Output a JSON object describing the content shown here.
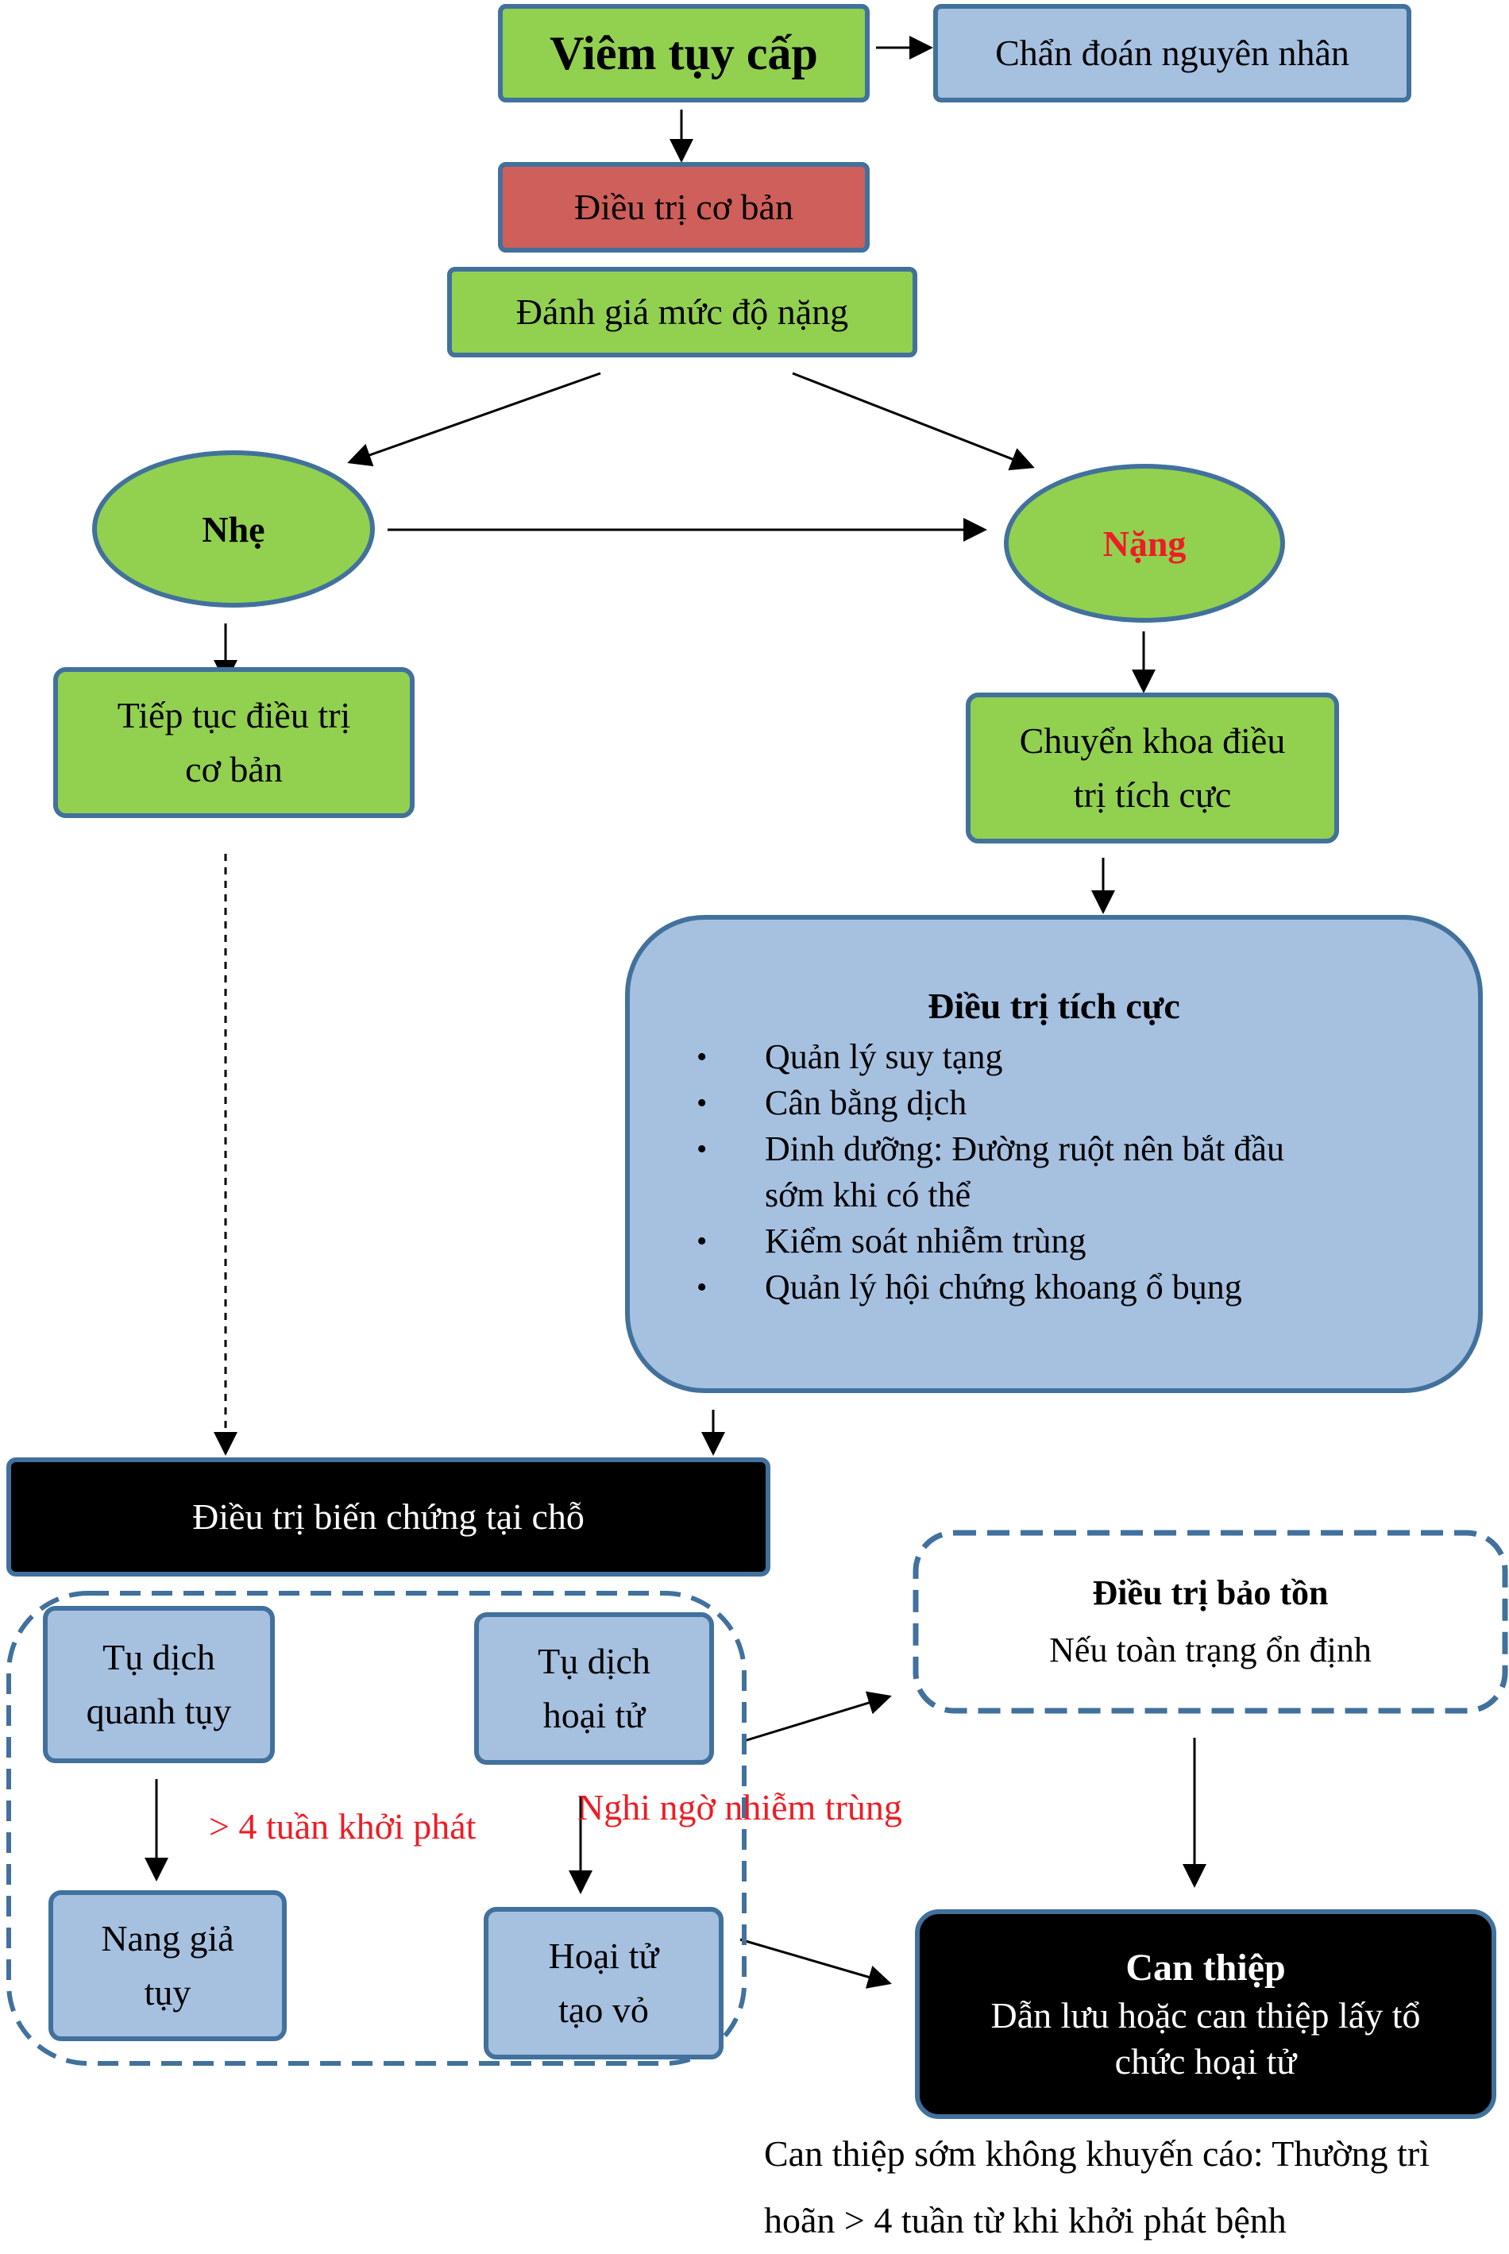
{
  "diagram": {
    "viem_tuy_cap": "Viêm tụy cấp",
    "chan_doan": "Chẩn đoán nguyên nhân",
    "dieu_tri_co_ban": "Điều trị cơ bản",
    "danh_gia": "Đánh giá mức độ nặng",
    "nhe": "Nhẹ",
    "nang": "Nặng",
    "tiep_tuc": [
      "Tiếp tục điều trị",
      "cơ bản"
    ],
    "chuyen_khoa": [
      "Chuyển khoa điều",
      "trị tích cực"
    ],
    "tich_cuc": {
      "title": "Điều trị tích cực",
      "bullet": "•",
      "items": [
        [
          "Quản lý suy tạng"
        ],
        [
          "Cân bằng dịch"
        ],
        [
          "Dinh dưỡng: Đường ruột nên bắt đầu",
          "sớm khi có thể"
        ],
        [
          "Kiểm soát nhiễm trùng"
        ],
        [
          "Quản lý hội chứng khoang ổ bụng"
        ]
      ]
    },
    "bien_chung": "Điều trị biến chứng tại chỗ",
    "tu_dich_quanh_tuy": [
      "Tụ dịch",
      "quanh tụy"
    ],
    "tu_dich_hoai_tu": [
      "Tụ dịch",
      "hoại tử"
    ],
    "nang_gia_tuy": [
      "Nang giả",
      "tụy"
    ],
    "hoai_tu_tao_vo": [
      "Hoại tử",
      "tạo vỏ"
    ],
    "label_4_tuan": "> 4 tuần khởi phát",
    "label_nghi_ngo": "Nghi ngờ nhiễm trùng",
    "bao_ton": {
      "title": "Điều trị bảo tồn",
      "sub": "Nếu toàn trạng ổn định"
    },
    "can_thiep": {
      "title": "Can thiệp",
      "lines": [
        "Dẫn lưu hoặc can thiệp lấy tổ",
        "chức hoại tử"
      ]
    },
    "note": [
      "Can thiệp sớm không khuyến cáo: Thường trì",
      "hoãn > 4 tuần từ khi khởi phát bệnh"
    ]
  },
  "colors": {
    "green": "#92d050",
    "blue": "#a6c0e0",
    "red": "#cf5f5a",
    "border": "#41719c",
    "black": "#000000",
    "red_text": "#ee1c24"
  }
}
